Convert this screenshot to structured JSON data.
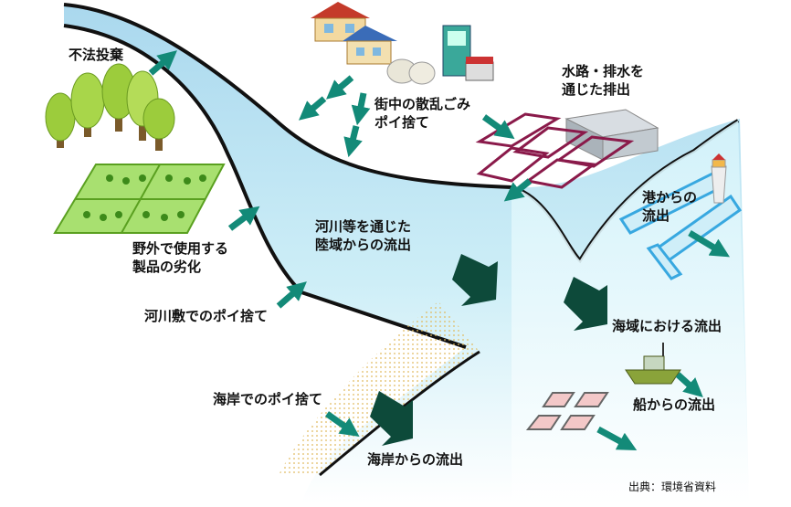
{
  "labels": {
    "illegal_dumping": "不法投棄",
    "outdoor_products": "野外で使用する\n製品の劣化",
    "riverbed_littering": "河川敷でのポイ捨て",
    "beach_littering": "海岸でのポイ捨て",
    "street_litter": "街中の散乱ごみ\nポイ捨て",
    "waterway_drainage": "水路・排水を\n通じた排出",
    "river_outflow": "河川等を通じた\n陸域からの流出",
    "port_outflow": "港からの\n流出",
    "sea_outflow": "海域における流出",
    "ship_outflow": "船からの流出",
    "beach_outflow": "海岸からの流出"
  },
  "source_note": "出典：環境省資料",
  "colors": {
    "water": "#bfe6f5",
    "arrow": "#138a78",
    "big_arrow": "#0d4a3a",
    "tree": "#9ccc3c",
    "field": "#a8e070",
    "beach": "#f6e9b8"
  }
}
